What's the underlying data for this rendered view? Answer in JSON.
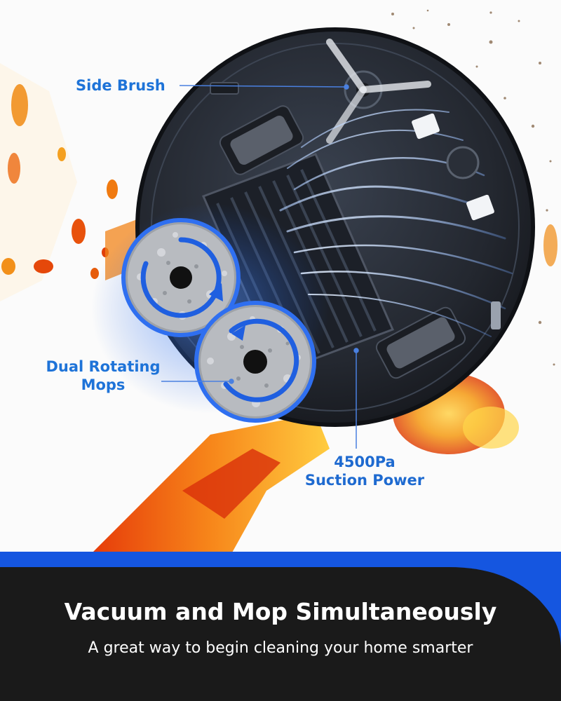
{
  "callouts": {
    "side_brush": "Side Brush",
    "dual_mops_line1": "Dual Rotating",
    "dual_mops_line2": "Mops",
    "suction_line1": "4500Pa",
    "suction_line2": "Suction Power"
  },
  "banner": {
    "headline": "Vacuum and Mop Simultaneously",
    "subline": "A great way to begin cleaning your home smarter"
  },
  "colors": {
    "callout_blue": "#1e73d8",
    "banner_blue": "#1556e0",
    "banner_dark": "#1a1a1a",
    "robot_body": "#2a2e36",
    "stain_orange": "#f07a10"
  },
  "icons": {
    "rotation_arrow": "circular-arrow-icon"
  }
}
